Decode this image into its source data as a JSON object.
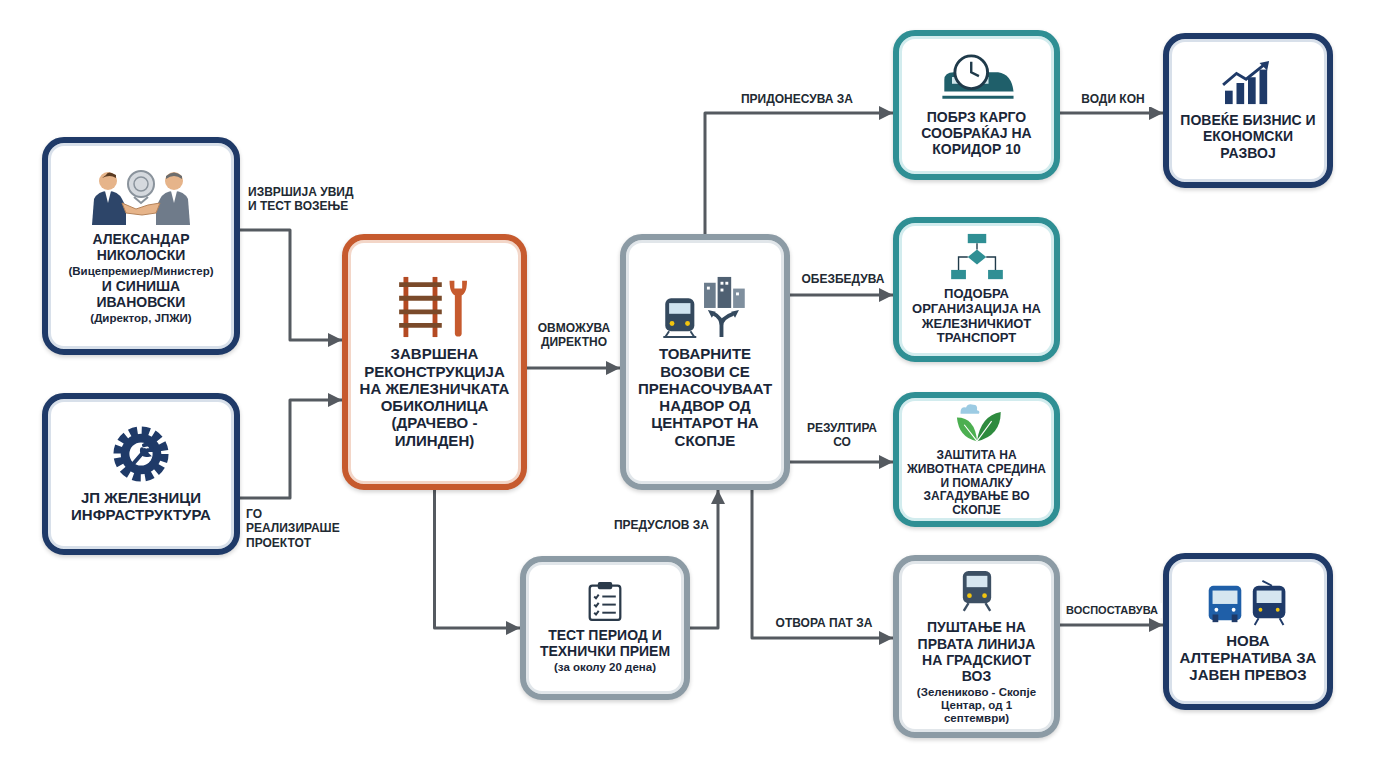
{
  "diagram": {
    "nodes": [
      {
        "text": [
          "АЛЕКСАНДАР НИКОЛОСКИ",
          "(Вицепремиер/Министер)",
          "И СИНИША ИВАНОВСКИ",
          "(Директор, ЈПЖИ)"
        ]
      },
      {
        "text": [
          "ЈП ЖЕЛЕЗНИЦИ ИНФРАСТРУКТУРА"
        ]
      },
      {
        "text": [
          "ЗАВРШЕНА РЕКОНСТРУКЦИЈА НА ЖЕЛЕЗНИЧКАТА ОБИКОЛНИЦА (ДРАЧЕВО - ИЛИНДЕН)"
        ]
      },
      {
        "text": [
          "ТЕСТ ПЕРИОД И ТЕХНИЧКИ ПРИЕМ",
          "(за околу 20 дена)"
        ]
      },
      {
        "text": [
          "ТОВАРНИТЕ ВОЗОВИ СЕ ПРЕНАСОЧУВААТ НАДВОР ОД ЦЕНТАРОТ НА СКОПЈЕ"
        ]
      },
      {
        "text": [
          "ПОБРЗ КАРГО СООБРАЌАЈ НА КОРИДОР 10"
        ]
      },
      {
        "text": [
          "ПОВЕЌЕ БИЗНИС И ЕКОНОМСКИ РАЗВОЈ"
        ]
      },
      {
        "text": [
          "ПОДОБРА ОРГАНИЗАЦИЈА НА ЖЕЛЕЗНИЧКИОТ ТРАНСПОРТ"
        ]
      },
      {
        "text": [
          "ЗАШТИТА НА ЖИВОТНАТА СРЕДИНА И ПОМАЛКУ ЗАГАДУВАЊЕ ВО СКОПЈЕ"
        ]
      },
      {
        "text": [
          "ПУШТАЊЕ НА ПРВАТА ЛИНИЈА НА ГРАДСКИОТ ВОЗ",
          "(Зелениково - Скопје Центар, од 1 септември)"
        ]
      },
      {
        "text": [
          "НОВА АЛТЕРНАТИВА ЗА ЈАВЕН ПРЕВОЗ"
        ]
      }
    ],
    "edges": [
      {
        "from": 0,
        "to": 2,
        "label": "ИЗВРШИЈА УВИД И ТЕСТ ВОЗЕЊЕ",
        "arrow": "to"
      },
      {
        "from": 1,
        "to": 2,
        "label": "ГО РЕАЛИЗИРАШЕ ПРОЕКТОТ",
        "arrow": "to"
      },
      {
        "from": 2,
        "to": 4,
        "label": "ОВМОЖУВА ДИРЕКТНО",
        "arrow": "to"
      },
      {
        "from": 2,
        "to": 3,
        "arrow": "to"
      },
      {
        "from": 3,
        "to": 4,
        "label": "ПРЕДУСЛОВ ЗА",
        "arrow": "to"
      },
      {
        "from": 4,
        "to": 5,
        "label": "ПРИДОНЕСУВА ЗА",
        "arrow": "to"
      },
      {
        "from": 5,
        "to": 6,
        "label": "ВОДИ КОН",
        "arrow": "to"
      },
      {
        "from": 4,
        "to": 7,
        "label": "ОБЕЗБЕДУВА",
        "arrow": "to"
      },
      {
        "from": 4,
        "to": 8,
        "label": "РЕЗУЛТИРА СО",
        "arrow": "to"
      },
      {
        "from": 4,
        "to": 9,
        "label": "ОТВОРА ПАТ ЗА",
        "arrow": "to"
      },
      {
        "from": 9,
        "to": 10,
        "label": "ВОСПОСТАВУВА",
        "arrow": "to"
      }
    ]
  }
}
